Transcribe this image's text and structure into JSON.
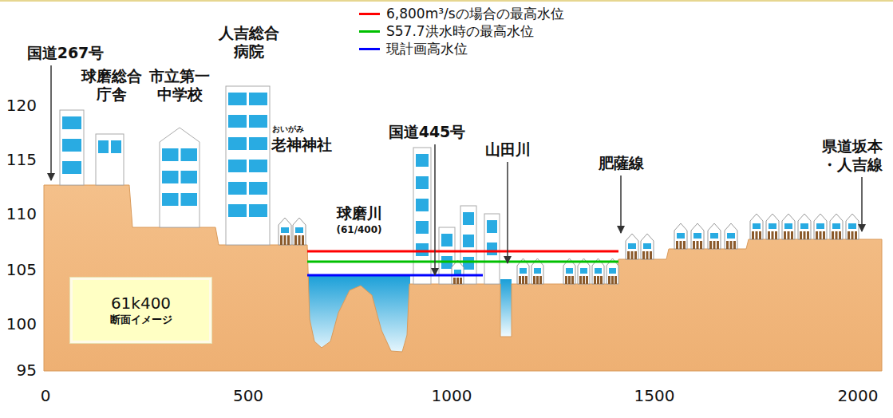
{
  "diagram": {
    "nodes": [
      {
        "text": [
          "61k400",
          "断面イメージ"
        ]
      }
    ],
    "labels": [
      "国道267号",
      "球磨総合 庁舎",
      "市立第一 中学校",
      "人吉総合 病院",
      "おいがみ",
      "老神神社",
      "球磨川",
      "(61/400)",
      "国道445号",
      "山田川",
      "肥薩線",
      "県道坂本 ・人吉線",
      "120",
      "115",
      "110",
      "105",
      "100",
      "95",
      "0",
      "500",
      "1000",
      "1500",
      "2000"
    ],
    "legend": [
      {
        "text": "6,800m³/sの場合の最高水位",
        "color": "#ff0000"
      },
      {
        "text": "S57.7洪水時の最高水位",
        "color": "#00c000"
      },
      {
        "text": "現計画高水位",
        "color": "#0000ff"
      }
    ]
  }
}
